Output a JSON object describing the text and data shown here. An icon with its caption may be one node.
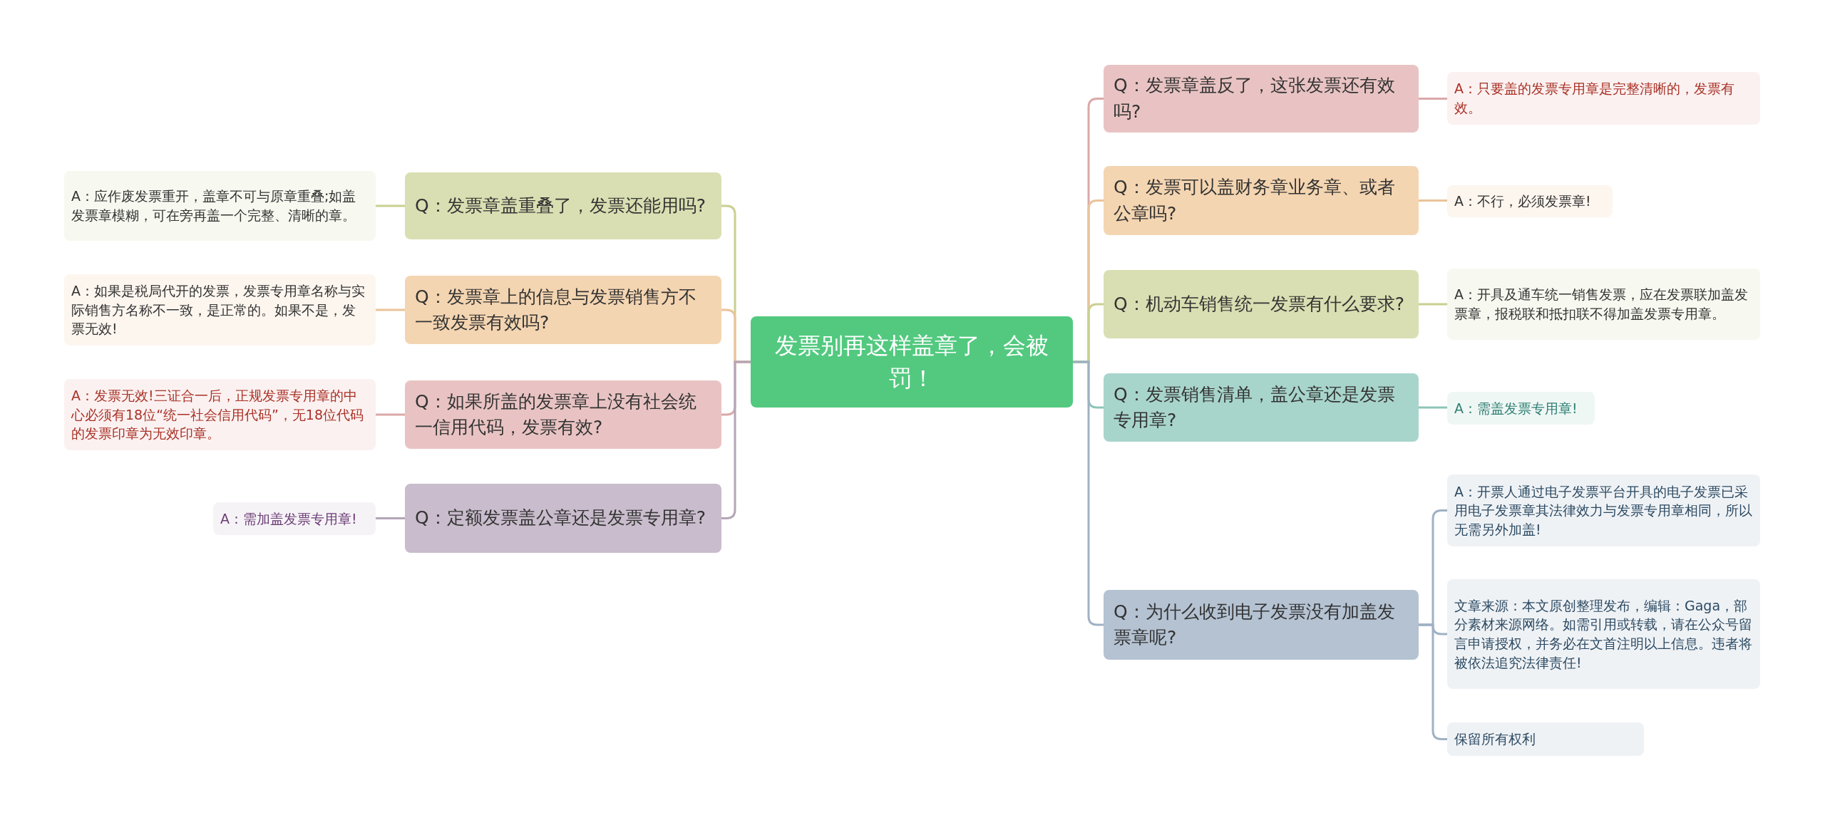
{
  "diagram": {
    "nodes": [
      {
        "text": [
          "发票别再这样盖章了，会被罚！"
        ]
      },
      {
        "text": [
          "Q：发票章盖重叠了，发票还能用吗?"
        ]
      },
      {
        "text": [
          "A：应作废发票重开，盖章不可与原章重叠;如盖发票章模糊，可在旁再盖一个完整、清晰的章。"
        ]
      },
      {
        "text": [
          "Q：发票章上的信息与发票销售方不一致发票有效吗?"
        ]
      },
      {
        "text": [
          "A：如果是税局代开的发票，发票专用章名称与实际销售方名称不一致，是正常的。如果不是，发票无效!"
        ]
      },
      {
        "text": [
          "Q：如果所盖的发票章上没有社会统一信用代码，发票有效?"
        ]
      },
      {
        "text": [
          "A：发票无效!三证合一后，正规发票专用章的中心必须有18位“统一社会信用代码”，无18位代码的发票印章为无效印章。"
        ]
      },
      {
        "text": [
          "Q：定额发票盖公章还是发票专用章?"
        ]
      },
      {
        "text": [
          "A：需加盖发票专用章!"
        ]
      },
      {
        "text": [
          "Q：发票章盖反了，这张发票还有效吗?"
        ]
      },
      {
        "text": [
          "A：只要盖的发票专用章是完整清晰的，发票有效。"
        ]
      },
      {
        "text": [
          "Q：发票可以盖财务章业务章、或者公章吗?"
        ]
      },
      {
        "text": [
          "A：不行，必须发票章!"
        ]
      },
      {
        "text": [
          "Q：机动车销售统一发票有什么要求?"
        ]
      },
      {
        "text": [
          "A：开具及通车统一销售发票，应在发票联加盖发票章，报税联和抵扣联不得加盖发票专用章。"
        ]
      },
      {
        "text": [
          "Q：发票销售清单，盖公章还是发票专用章?"
        ]
      },
      {
        "text": [
          "A：需盖发票专用章!"
        ]
      },
      {
        "text": [
          "Q：为什么收到电子发票没有加盖发票章呢?"
        ]
      },
      {
        "text": [
          "A：开票人通过电子发票平台开具的电子发票已采用电子发票章其法律效力与发票专用章相同，所以无需另外加盖!"
        ]
      },
      {
        "text": [
          "文章来源：本文原创整理发布，编辑：Gaga，部分素材来源网络。如需引用或转载，请在公众号留言申请授权，并务必在文首注明以上信息。违者将被依法追究法律责任!"
        ]
      },
      {
        "text": [
          "保留所有权利"
        ]
      }
    ],
    "edges": [
      {
        "from": 0,
        "to": 1,
        "arrow": "none",
        "color": "#c9d08f"
      },
      {
        "from": 1,
        "to": 2,
        "arrow": "none",
        "color": "#c9d08f"
      },
      {
        "from": 0,
        "to": 3,
        "arrow": "none",
        "color": "#eac39a"
      },
      {
        "from": 3,
        "to": 4,
        "arrow": "none",
        "color": "#eac39a"
      },
      {
        "from": 0,
        "to": 5,
        "arrow": "none",
        "color": "#dba8a8"
      },
      {
        "from": 5,
        "to": 6,
        "arrow": "none",
        "color": "#dba8a8"
      },
      {
        "from": 0,
        "to": 7,
        "arrow": "none",
        "color": "#b3a5b8"
      },
      {
        "from": 7,
        "to": 8,
        "arrow": "none",
        "color": "#b3a5b8"
      },
      {
        "from": 0,
        "to": 9,
        "arrow": "none",
        "color": "#dba8a8"
      },
      {
        "from": 9,
        "to": 10,
        "arrow": "none",
        "color": "#dba8a8"
      },
      {
        "from": 0,
        "to": 11,
        "arrow": "none",
        "color": "#eac39a"
      },
      {
        "from": 11,
        "to": 12,
        "arrow": "none",
        "color": "#eac39a"
      },
      {
        "from": 0,
        "to": 13,
        "arrow": "none",
        "color": "#c9d08f"
      },
      {
        "from": 13,
        "to": 14,
        "arrow": "none",
        "color": "#c9d08f"
      },
      {
        "from": 0,
        "to": 15,
        "arrow": "none",
        "color": "#8cc5b8"
      },
      {
        "from": 15,
        "to": 16,
        "arrow": "none",
        "color": "#8cc5b8"
      },
      {
        "from": 0,
        "to": 17,
        "arrow": "none",
        "color": "#a0b1c4"
      },
      {
        "from": 17,
        "to": 18,
        "arrow": "none",
        "color": "#a0b1c4"
      },
      {
        "from": 17,
        "to": 19,
        "arrow": "none",
        "color": "#a0b1c4"
      },
      {
        "from": 17,
        "to": 20,
        "arrow": "none",
        "color": "#a0b1c4"
      }
    ]
  }
}
